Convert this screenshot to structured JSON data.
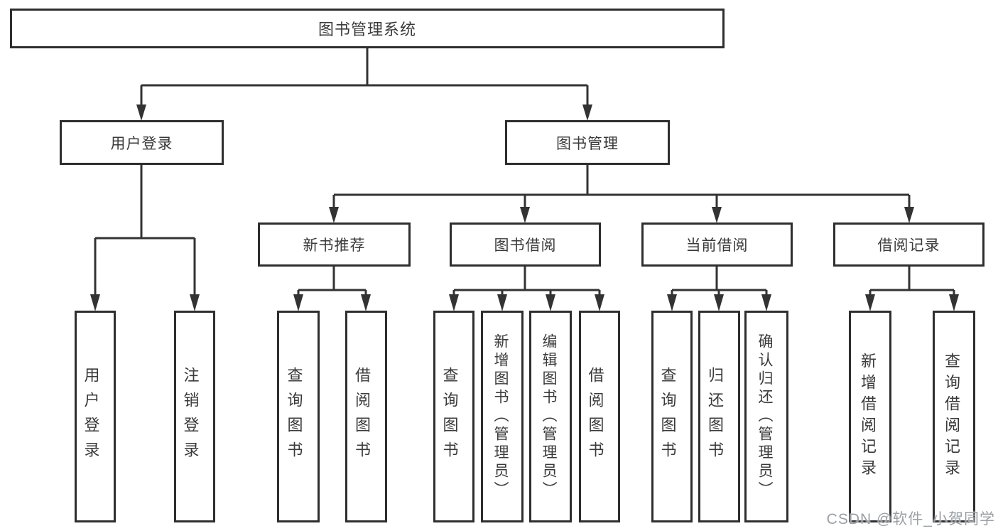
{
  "tree": {
    "root": "图书管理系统",
    "user_login": {
      "label": "用户登录",
      "children": [
        "用户登录",
        "注销登录"
      ]
    },
    "book_mgmt": {
      "label": "图书管理",
      "groups": [
        {
          "label": "新书推荐",
          "children": [
            "查询图书",
            "借阅图书"
          ]
        },
        {
          "label": "图书借阅",
          "children": [
            "查询图书",
            "新增图书（管理员）",
            "编辑图书（管理员）",
            "借阅图书"
          ]
        },
        {
          "label": "当前借阅",
          "children": [
            "查询图书",
            "归还图书",
            "确认归还（管理员）"
          ]
        },
        {
          "label": "借阅记录",
          "children": [
            "新增借阅记录",
            "查询借阅记录"
          ]
        }
      ]
    }
  },
  "watermark": {
    "text": "CSDN @软件_小贺同学",
    "color": "#9ba0a5"
  },
  "colors": {
    "background": "#ffffff",
    "box_border": "#2e2e2e",
    "line": "#333333",
    "text": "#3a3a3a"
  }
}
